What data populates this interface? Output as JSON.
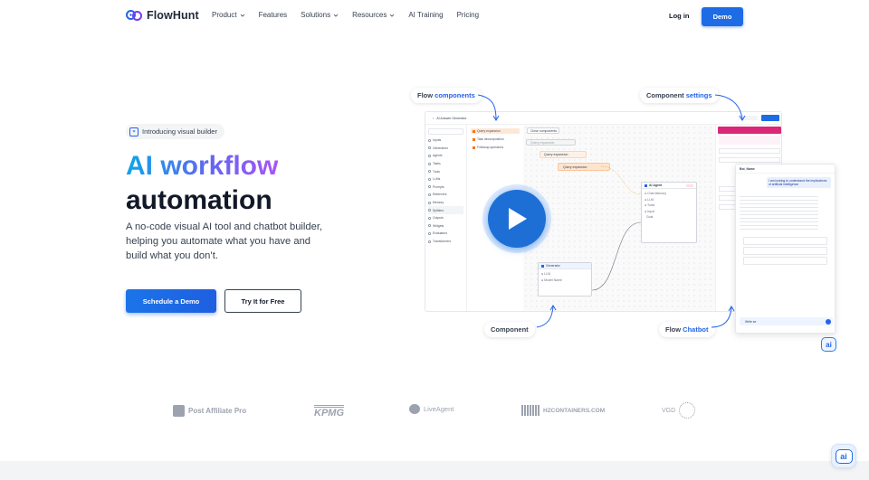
{
  "brand": {
    "name": "FlowHunt",
    "accent": "#1e6be6"
  },
  "nav": {
    "items": [
      {
        "label": "Product",
        "dropdown": true
      },
      {
        "label": "Features",
        "dropdown": false
      },
      {
        "label": "Solutions",
        "dropdown": true
      },
      {
        "label": "Resources",
        "dropdown": true
      },
      {
        "label": "AI Training",
        "dropdown": false
      },
      {
        "label": "Pricing",
        "dropdown": false
      }
    ],
    "login": "Log in",
    "demo": "Demo"
  },
  "hero": {
    "badge": "Introducing visual builder",
    "title_line1": "AI workflow",
    "title_line2": "automation",
    "subtitle": "A no-code visual AI tool and chatbot builder, helping you automate what you have and build what you don’t.",
    "cta_primary": "Schedule a Demo",
    "cta_secondary": "Try It for Free"
  },
  "callouts": {
    "flow_components": {
      "plain": "Flow ",
      "highlight": "components"
    },
    "component_settings": {
      "plain": "Component ",
      "highlight": "settings"
    },
    "component": {
      "plain": "Component",
      "highlight": ""
    },
    "flow_chatbot": {
      "plain": "Flow ",
      "highlight": "Chatbot"
    }
  },
  "screenshot": {
    "flow_title": "AI Answer Generator",
    "sidebar": [
      "Inputs",
      "Generators",
      "Agents",
      "Tasks",
      "Tools",
      "LLMs",
      "Prompts",
      "Retrievers",
      "Memory",
      "Splitters",
      "Outputs",
      "Widgets",
      "Evaluators",
      "Transformers"
    ],
    "tasks": [
      "Query expansion",
      "Task decomposition",
      "Followup questions"
    ],
    "nodes": {
      "agent": "AI Agent",
      "generator": "Generator",
      "qe": "Query expansion",
      "close": "Close components"
    },
    "chat": {
      "title": "Bot_Name",
      "user_msg": "I am looking to understand the implications of artificial intelligence",
      "input": "Write se"
    }
  },
  "logos": [
    "Post Affiliate Pro",
    "KPMG",
    "LiveAgent",
    "HZCONTAINERS.COM",
    "VGD"
  ],
  "icons": {
    "play": "play-icon",
    "ai": "ai-chat-icon"
  }
}
